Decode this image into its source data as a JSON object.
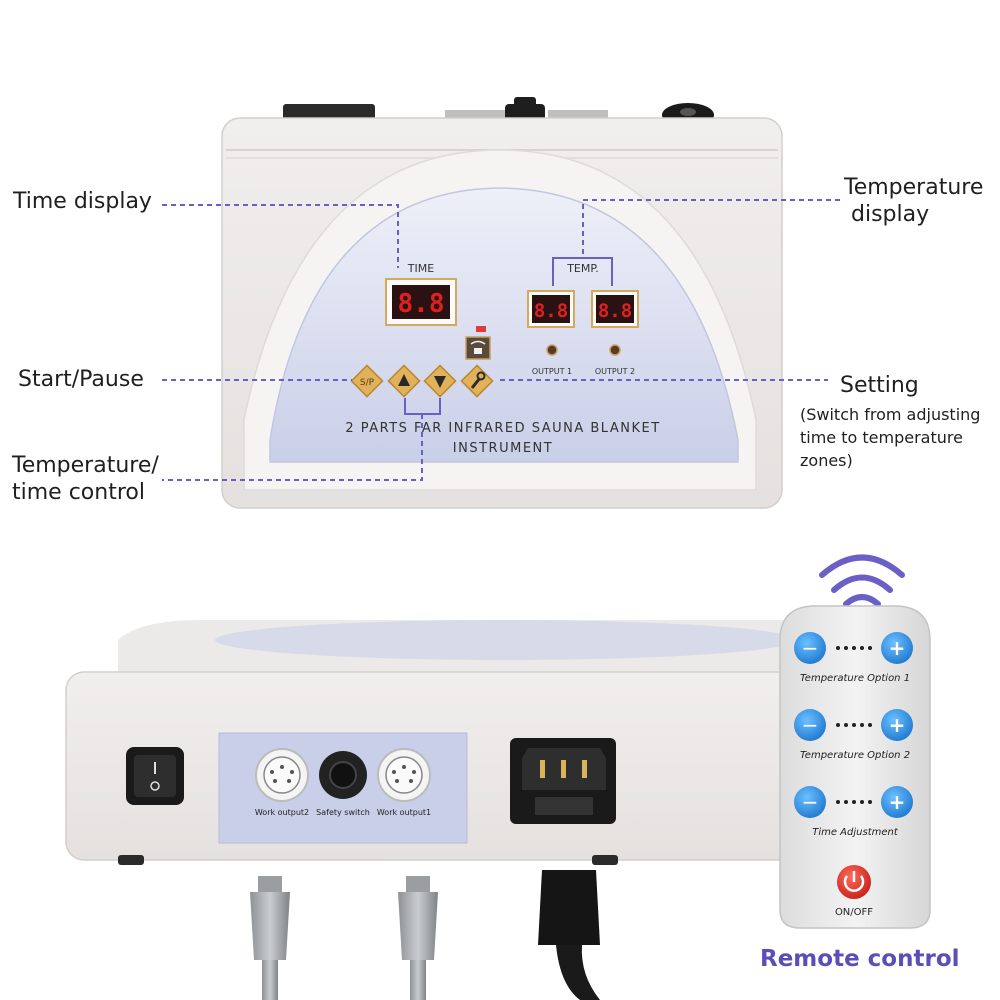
{
  "device": {
    "time_label": "TIME",
    "temp_label": "TEMP.",
    "time_digits": "8.8",
    "temp1_digits": "8.8",
    "temp2_digits": "8.8",
    "output1_label": "OUTPUT 1",
    "output2_label": "OUTPUT 2",
    "sp_button": "S/P",
    "title_line1": "2 PARTS FAR INFRARED SAUNA BLANKET",
    "title_line2": "INSTRUMENT"
  },
  "callouts": {
    "time_display": "Time display",
    "start_pause": "Start/Pause",
    "temp_time_control_1": "Temperature/",
    "temp_time_control_2": "time control",
    "temp_display_1": "Temperature",
    "temp_display_2": "display",
    "setting": "Setting",
    "setting_note_1": "(Switch from adjusting",
    "setting_note_2": "time to temperature",
    "setting_note_3": "zones)"
  },
  "rear_panel": {
    "work_output2": "Work output2",
    "safety_switch": "Safety switch",
    "work_output1": "Work output1"
  },
  "remote": {
    "row1_label": "Temperature Option 1",
    "row2_label": "Temperature Option 2",
    "row3_label": "Time Adjustment",
    "power_label": "ON/OFF",
    "minus": "−",
    "plus": "+",
    "caption": "Remote control"
  },
  "colors": {
    "accent": "#6a5fc4",
    "remote_button": "#2f8fe0",
    "power_button": "#e0302a",
    "display_red": "#e02020",
    "button_gold": "#d9a94a",
    "caption": "#5a4fb8"
  }
}
